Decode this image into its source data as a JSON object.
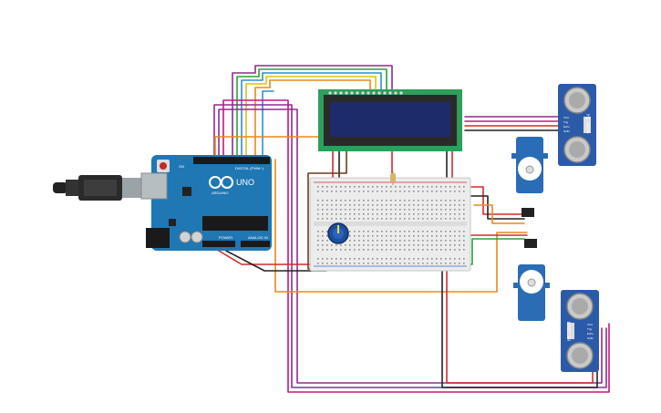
{
  "canvas": {
    "background": "#ffffff"
  },
  "arduino": {
    "brand": "ARDUINO",
    "model": "UNO",
    "digital_label": "DIGITAL (PWM~)",
    "power_label": "POWER",
    "analog_label": "ANALOG IN",
    "board_color": "#1f77b4",
    "led_label": "ON"
  },
  "lcd": {
    "color": "#2e9e5b",
    "screen_color": "#1e2b6b"
  },
  "ultrasonic_top": {
    "model": "HC-SR04",
    "pins": [
      "VCC",
      "Trig",
      "Echo",
      "GND"
    ]
  },
  "ultrasonic_bottom": {
    "model": "HC-SR04",
    "pins": [
      "VCC",
      "Trig",
      "Echo",
      "GND"
    ]
  },
  "servo_top": {
    "color": "#2a6cb5"
  },
  "servo_bottom": {
    "color": "#2a6cb5"
  },
  "wire_colors": {
    "orange": "#e8891c",
    "purple": "#8e2c8e",
    "red": "#d12b2b",
    "black": "#222222",
    "green": "#2e9e3e",
    "yellow": "#d9c21b",
    "blue": "#2b8fd1",
    "brown": "#6b3d1e",
    "magenta": "#c2187e"
  }
}
